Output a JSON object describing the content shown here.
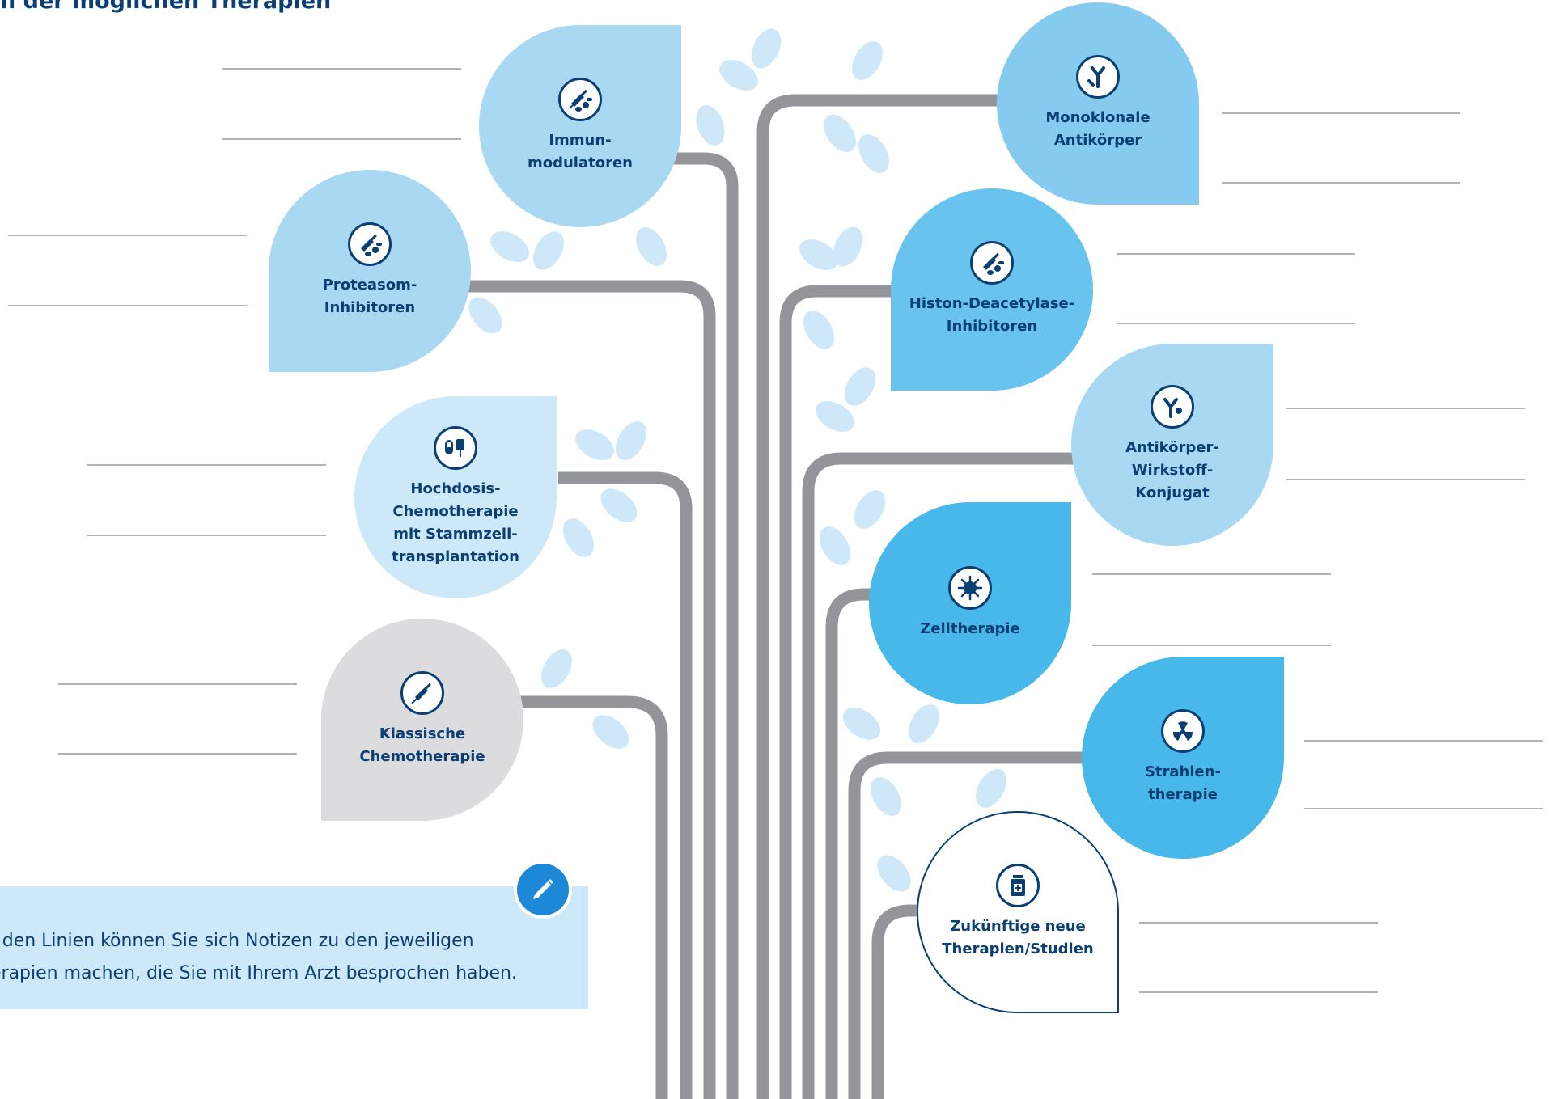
{
  "page": {
    "title": "n der möglichen Therapien",
    "colors": {
      "dark_blue": "#0b3f74",
      "branch_gray": "#949599",
      "light_blue": "#a8d8f2",
      "medium_blue": "#68c3ee",
      "bright_blue": "#48b8eb",
      "pale_blue": "#cde8f8",
      "gray_drop": "#dcdcde",
      "leaf": "#cfe8f9"
    }
  },
  "therapies": [
    {
      "id": "immun",
      "label": "Immun-\nmodulatoren",
      "icon": "syringe-pills-icon"
    },
    {
      "id": "proteasom",
      "label": "Proteasom-\nInhibitoren",
      "icon": "syringe-pills-icon"
    },
    {
      "id": "hochdosis",
      "label": "Hochdosis-\nChemotherapie\nmit Stammzell-\ntransplantation",
      "icon": "infusion-bag-icon"
    },
    {
      "id": "klassisch",
      "label": "Klassische\nChemotherapie",
      "icon": "syringe-icon"
    },
    {
      "id": "monoklonal",
      "label": "Monoklonale\nAntikörper",
      "icon": "antibody-icon"
    },
    {
      "id": "histon",
      "label": "Histon-Deacetylase-\nInhibitoren",
      "icon": "syringe-pills-icon"
    },
    {
      "id": "konjugat",
      "label": "Antikörper-\nWirkstoff-\nKonjugat",
      "icon": "antibody-drug-conjugate-icon"
    },
    {
      "id": "zell",
      "label": "Zelltherapie",
      "icon": "cell-icon"
    },
    {
      "id": "strahlen",
      "label": "Strahlen-\ntherapie",
      "icon": "radiation-icon"
    },
    {
      "id": "zukunft",
      "label": "Zukünftige neue\nTherapien/Studien",
      "icon": "medicine-bottle-icon"
    }
  ],
  "note": {
    "text": "f den Linien können Sie sich Notizen zu den jeweiligen\nerapien machen, die Sie mit Ihrem Arzt besprochen haben.",
    "icon": "pencil-icon"
  }
}
